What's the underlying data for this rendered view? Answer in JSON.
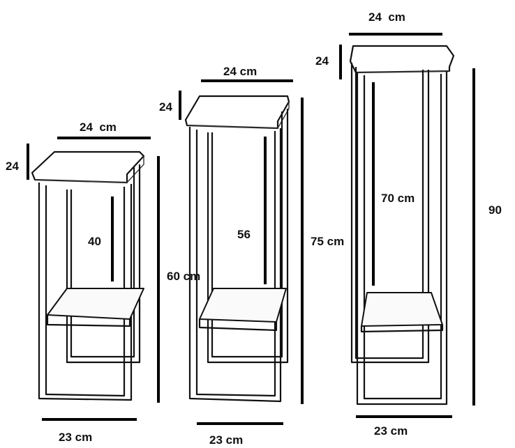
{
  "stands": [
    {
      "id": "small",
      "top_width": "24  cm",
      "top_depth": "24",
      "inner_height": "40",
      "total_height": "60 cm",
      "base_width": "23 cm"
    },
    {
      "id": "medium",
      "top_width": "24 cm",
      "top_depth": "24",
      "inner_height": "56",
      "total_height": "75 cm",
      "base_width": "23 cm"
    },
    {
      "id": "large",
      "top_width": "24  cm",
      "top_depth": "24",
      "inner_height": "70 cm",
      "total_height": "90",
      "base_width": "23 cm"
    }
  ]
}
